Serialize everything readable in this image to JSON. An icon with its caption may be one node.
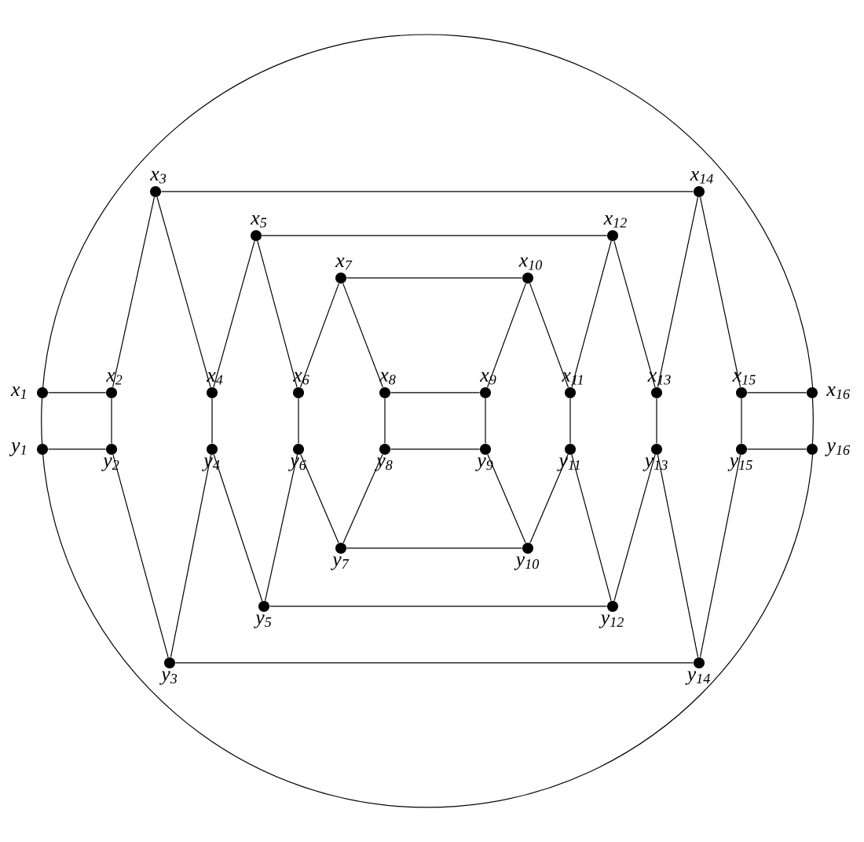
{
  "diagram": {
    "nodes": [
      {
        "text": [],
        "shape": "circle",
        "beside": [
          "x$_{1}$"
        ]
      },
      {
        "text": [],
        "shape": "circle",
        "beside": [
          "x$_{2}$"
        ]
      },
      {
        "text": [],
        "shape": "circle",
        "beside": [
          "x$_{3}$"
        ]
      },
      {
        "text": [],
        "shape": "circle",
        "beside": [
          "x$_{4}$"
        ]
      },
      {
        "text": [],
        "shape": "circle",
        "beside": [
          "x$_{5}$"
        ]
      },
      {
        "text": [],
        "shape": "circle",
        "beside": [
          "x$_{6}$"
        ]
      },
      {
        "text": [],
        "shape": "circle",
        "beside": [
          "x$_{7}$"
        ]
      },
      {
        "text": [],
        "shape": "circle",
        "beside": [
          "x$_{8}$"
        ]
      },
      {
        "text": [],
        "shape": "circle",
        "beside": [
          "x$_{9}$"
        ]
      },
      {
        "text": [],
        "shape": "circle",
        "beside": [
          "x$_{10}$"
        ]
      },
      {
        "text": [],
        "shape": "circle",
        "beside": [
          "x$_{11}$"
        ]
      },
      {
        "text": [],
        "shape": "circle",
        "beside": [
          "x$_{12}$"
        ]
      },
      {
        "text": [],
        "shape": "circle",
        "beside": [
          "x$_{13}$"
        ]
      },
      {
        "text": [],
        "shape": "circle",
        "beside": [
          "x$_{14}$"
        ]
      },
      {
        "text": [],
        "shape": "circle",
        "beside": [
          "x$_{15}$"
        ]
      },
      {
        "text": [],
        "shape": "circle",
        "beside": [
          "x$_{16}$"
        ]
      },
      {
        "text": [],
        "shape": "circle",
        "beside": [
          "y$_{1}$"
        ]
      },
      {
        "text": [],
        "shape": "circle",
        "beside": [
          "y$_{2}$"
        ]
      },
      {
        "text": [],
        "shape": "circle",
        "beside": [
          "y$_{3}$"
        ]
      },
      {
        "text": [],
        "shape": "circle",
        "beside": [
          "y$_{4}$"
        ]
      },
      {
        "text": [],
        "shape": "circle",
        "beside": [
          "y$_{5}$"
        ]
      },
      {
        "text": [],
        "shape": "circle",
        "beside": [
          "y$_{6}$"
        ]
      },
      {
        "text": [],
        "shape": "circle",
        "beside": [
          "y$_{7}$"
        ]
      },
      {
        "text": [],
        "shape": "circle",
        "beside": [
          "y$_{8}$"
        ]
      },
      {
        "text": [],
        "shape": "circle",
        "beside": [
          "y$_{9}$"
        ]
      },
      {
        "text": [],
        "shape": "circle",
        "beside": [
          "y$_{10}$"
        ]
      },
      {
        "text": [],
        "shape": "circle",
        "beside": [
          "y$_{11}$"
        ]
      },
      {
        "text": [],
        "shape": "circle",
        "beside": [
          "y$_{12}$"
        ]
      },
      {
        "text": [],
        "shape": "circle",
        "beside": [
          "y$_{13}$"
        ]
      },
      {
        "text": [],
        "shape": "circle",
        "beside": [
          "y$_{14}$"
        ]
      },
      {
        "text": [],
        "shape": "circle",
        "beside": [
          "y$_{15}$"
        ]
      },
      {
        "text": [],
        "shape": "circle",
        "beside": [
          "y$_{16}$"
        ]
      }
    ],
    "edges": [
      {
        "from": 0,
        "to": 15,
        "arrow": "none"
      },
      {
        "from": 16,
        "to": 31,
        "arrow": "none"
      },
      {
        "from": 0,
        "to": 16,
        "arrow": "none"
      },
      {
        "from": 15,
        "to": 31,
        "arrow": "none"
      },
      {
        "from": 0,
        "to": 1,
        "arrow": "none"
      },
      {
        "from": 16,
        "to": 17,
        "arrow": "none"
      },
      {
        "from": 1,
        "to": 17,
        "arrow": "none"
      },
      {
        "from": 1,
        "to": 2,
        "arrow": "none"
      },
      {
        "from": 2,
        "to": 3,
        "arrow": "none"
      },
      {
        "from": 2,
        "to": 13,
        "arrow": "none"
      },
      {
        "from": 17,
        "to": 18,
        "arrow": "none"
      },
      {
        "from": 18,
        "to": 19,
        "arrow": "none"
      },
      {
        "from": 18,
        "to": 29,
        "arrow": "none"
      },
      {
        "from": 3,
        "to": 19,
        "arrow": "none"
      },
      {
        "from": 3,
        "to": 4,
        "arrow": "none"
      },
      {
        "from": 4,
        "to": 5,
        "arrow": "none"
      },
      {
        "from": 4,
        "to": 11,
        "arrow": "none"
      },
      {
        "from": 19,
        "to": 20,
        "arrow": "none"
      },
      {
        "from": 20,
        "to": 21,
        "arrow": "none"
      },
      {
        "from": 20,
        "to": 27,
        "arrow": "none"
      },
      {
        "from": 5,
        "to": 21,
        "arrow": "none"
      },
      {
        "from": 5,
        "to": 6,
        "arrow": "none"
      },
      {
        "from": 6,
        "to": 7,
        "arrow": "none"
      },
      {
        "from": 6,
        "to": 9,
        "arrow": "none"
      },
      {
        "from": 21,
        "to": 22,
        "arrow": "none"
      },
      {
        "from": 22,
        "to": 23,
        "arrow": "none"
      },
      {
        "from": 22,
        "to": 25,
        "arrow": "none"
      },
      {
        "from": 7,
        "to": 23,
        "arrow": "none"
      },
      {
        "from": 7,
        "to": 8,
        "arrow": "none"
      },
      {
        "from": 23,
        "to": 24,
        "arrow": "none"
      },
      {
        "from": 8,
        "to": 24,
        "arrow": "none"
      },
      {
        "from": 8,
        "to": 9,
        "arrow": "none"
      },
      {
        "from": 9,
        "to": 10,
        "arrow": "none"
      },
      {
        "from": 24,
        "to": 25,
        "arrow": "none"
      },
      {
        "from": 25,
        "to": 26,
        "arrow": "none"
      },
      {
        "from": 10,
        "to": 26,
        "arrow": "none"
      },
      {
        "from": 10,
        "to": 11,
        "arrow": "none"
      },
      {
        "from": 11,
        "to": 12,
        "arrow": "none"
      },
      {
        "from": 26,
        "to": 27,
        "arrow": "none"
      },
      {
        "from": 27,
        "to": 28,
        "arrow": "none"
      },
      {
        "from": 12,
        "to": 28,
        "arrow": "none"
      },
      {
        "from": 12,
        "to": 13,
        "arrow": "none"
      },
      {
        "from": 13,
        "to": 14,
        "arrow": "none"
      },
      {
        "from": 28,
        "to": 29,
        "arrow": "none"
      },
      {
        "from": 29,
        "to": 30,
        "arrow": "none"
      },
      {
        "from": 14,
        "to": 30,
        "arrow": "none"
      },
      {
        "from": 14,
        "to": 15,
        "arrow": "none"
      },
      {
        "from": 30,
        "to": 31,
        "arrow": "none"
      }
    ]
  }
}
